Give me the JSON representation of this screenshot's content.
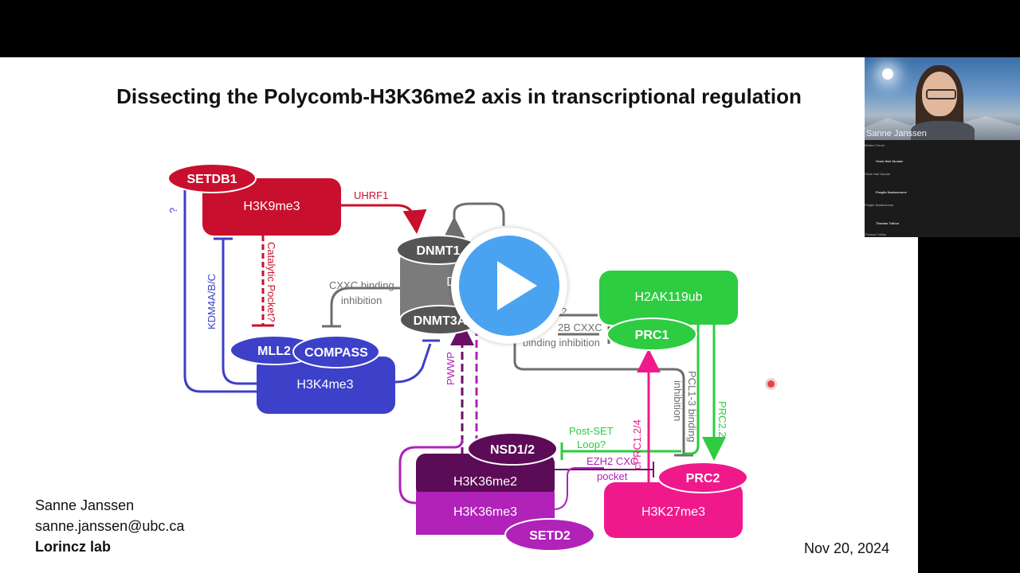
{
  "slide": {
    "title": "Dissecting the Polycomb-H3K36me2 axis in transcriptional regulation",
    "footer": {
      "name": "Sanne Janssen",
      "email": "sanne.janssen@ubc.ca",
      "lab": "Lorincz lab"
    },
    "date": "Nov 20, 2024"
  },
  "diagram": {
    "nodes": {
      "setdb1": "SETDB1",
      "h3k9me3": "H3K9me3",
      "dnmt1": "DNMT1",
      "d_partial": "D",
      "dnmt3a": "DNMT3A",
      "mll2": "MLL2",
      "compass": "COMPASS",
      "h3k4me3": "H3K4me3",
      "h2ak119ub": "H2AK119ub",
      "prc1": "PRC1",
      "nsd12": "NSD1/2",
      "h3k36me2": "H3K36me2",
      "h3k36me3": "H3K36me3",
      "setd2": "SETD2",
      "prc2": "PRC2",
      "h3k27me3": "H3K27me3"
    },
    "labels": {
      "uhrf1": "UHRF1",
      "question_left": "?",
      "kdm4": "KDM4A/B/C",
      "catalytic_pocket": "Catalytic Pocket?",
      "cxxc_binding": "CXXC binding",
      "inhibition": "inhibition",
      "pwwp": "PWWP",
      "kdm2b_cxxc": "2B CXXC",
      "binding_inhibition": "binding inhibition",
      "question_prc1": "?",
      "cprc1": "cPRC1.2/4",
      "pcl13": "PCL1-3 binding",
      "pcl_inhibition": "inhibition",
      "prc22": "PRC2.2",
      "post_set": "Post-SET",
      "loop": "Loop?",
      "ezh2_cxc": "EZH2 CXC",
      "pocket": "pocket"
    }
  },
  "video": {
    "speaker_name": "Sanne Janssen",
    "participants": [
      "Matteo Ferrari",
      "Vivek Hari Sundar",
      "Vivek Hari Sundar",
      "Pragilo Nudansonne",
      "Pragilo Nudansonne",
      "Thomas Tullius",
      "Thomas Tullius"
    ]
  },
  "colors": {
    "red": "#c8102e",
    "blue": "#3d40c8",
    "gray": "#6e6e6e",
    "green": "#2ecc40",
    "magenta": "#b022b8",
    "darkpurple": "#5c0b57",
    "pink": "#f0198c",
    "play_blue": "#4aa3f0"
  }
}
